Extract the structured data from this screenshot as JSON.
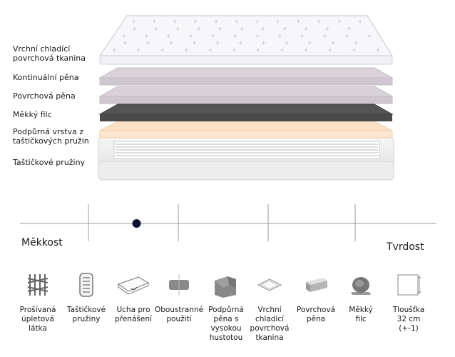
{
  "layers": [
    {
      "id": "cover",
      "label": "Vrchní chladící\npovrchová tkanina"
    },
    {
      "id": "continuous-foam",
      "label": "Kontinuální pěna"
    },
    {
      "id": "surface-foam",
      "label": "Povrchová pěna"
    },
    {
      "id": "soft-felt",
      "label": "Měkký filc"
    },
    {
      "id": "support-layer",
      "label": "Podpůrná vrstva z\ntaštičkových pružin"
    },
    {
      "id": "pocket-springs",
      "label": "Taštičkové pružiny"
    }
  ],
  "scale": {
    "left_label": "Měkkost",
    "right_label": "Tvrdost",
    "position": 0.28,
    "ticks": 5
  },
  "features": [
    {
      "icon": "knit-fabric-icon",
      "label": "Prošívaná\núpletová\nlátka"
    },
    {
      "icon": "pocket-spring-icon",
      "label": "Taštičkové\npružiny"
    },
    {
      "icon": "carry-handle-icon",
      "label": "Ucha pro\npřenášení"
    },
    {
      "icon": "double-sided-icon",
      "label": "Oboustranné\npoužití"
    },
    {
      "icon": "high-density-foam-icon",
      "label": "Podpůrná\npěna s\nvysokou\nhustotou"
    },
    {
      "icon": "cooling-fabric-icon",
      "label": "Vrchní\nchladící\npovrchová\ntkanina"
    },
    {
      "icon": "surface-foam-icon",
      "label": "Povrchová\npěna"
    },
    {
      "icon": "soft-felt-icon",
      "label": "Měkký\nfilc"
    },
    {
      "icon": "thickness-icon",
      "label": "Tloušťka\n32 cm\n(+-1)"
    }
  ],
  "colors": {
    "cover": "#f4f4f6",
    "foam": "#d4cdd4",
    "felt": "#555555",
    "support": "#fbe1c6",
    "springs": "#f0f0f0",
    "indicator": "#0d1236",
    "line": "#9a9a9a"
  }
}
